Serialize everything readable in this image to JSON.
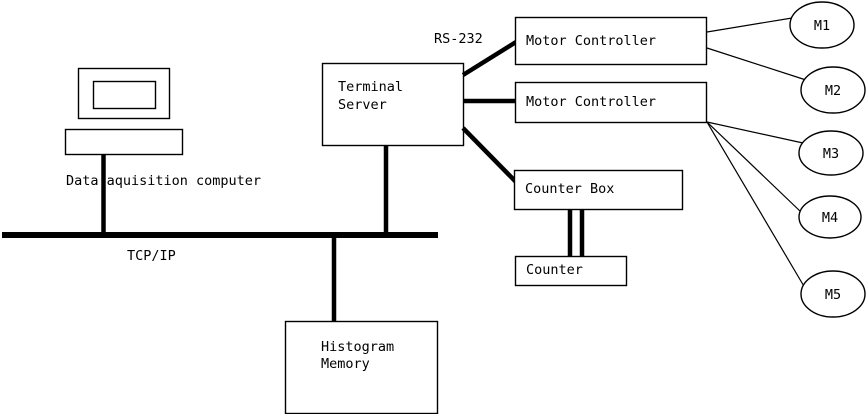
{
  "diagram": {
    "title": "Data acquisition system block diagram",
    "background_color": "#ffffff",
    "line_color": "#000000",
    "nodes": {
      "data_acquisition_computer": {
        "label": "Data aquisition computer",
        "shape": "monitor-and-base"
      },
      "terminal_server": {
        "label_line1": "Terminal",
        "label_line2": "Server",
        "shape": "rectangle"
      },
      "motor_controller_1": {
        "label": "Motor Controller",
        "shape": "rectangle"
      },
      "motor_controller_2": {
        "label": "Motor Controller",
        "shape": "rectangle"
      },
      "counter_box": {
        "label": "Counter Box",
        "shape": "rectangle"
      },
      "counter": {
        "label": "Counter",
        "shape": "rectangle"
      },
      "histogram_memory": {
        "label_line1": "Histogram",
        "label_line2": "Memory",
        "shape": "rectangle"
      }
    },
    "motors": [
      {
        "id": "m1",
        "label": "M1"
      },
      {
        "id": "m2",
        "label": "M2"
      },
      {
        "id": "m3",
        "label": "M3"
      },
      {
        "id": "m4",
        "label": "M4"
      },
      {
        "id": "m5",
        "label": "M5"
      }
    ],
    "link_labels": {
      "bus": "TCP/IP",
      "serial": "RS-232"
    }
  }
}
